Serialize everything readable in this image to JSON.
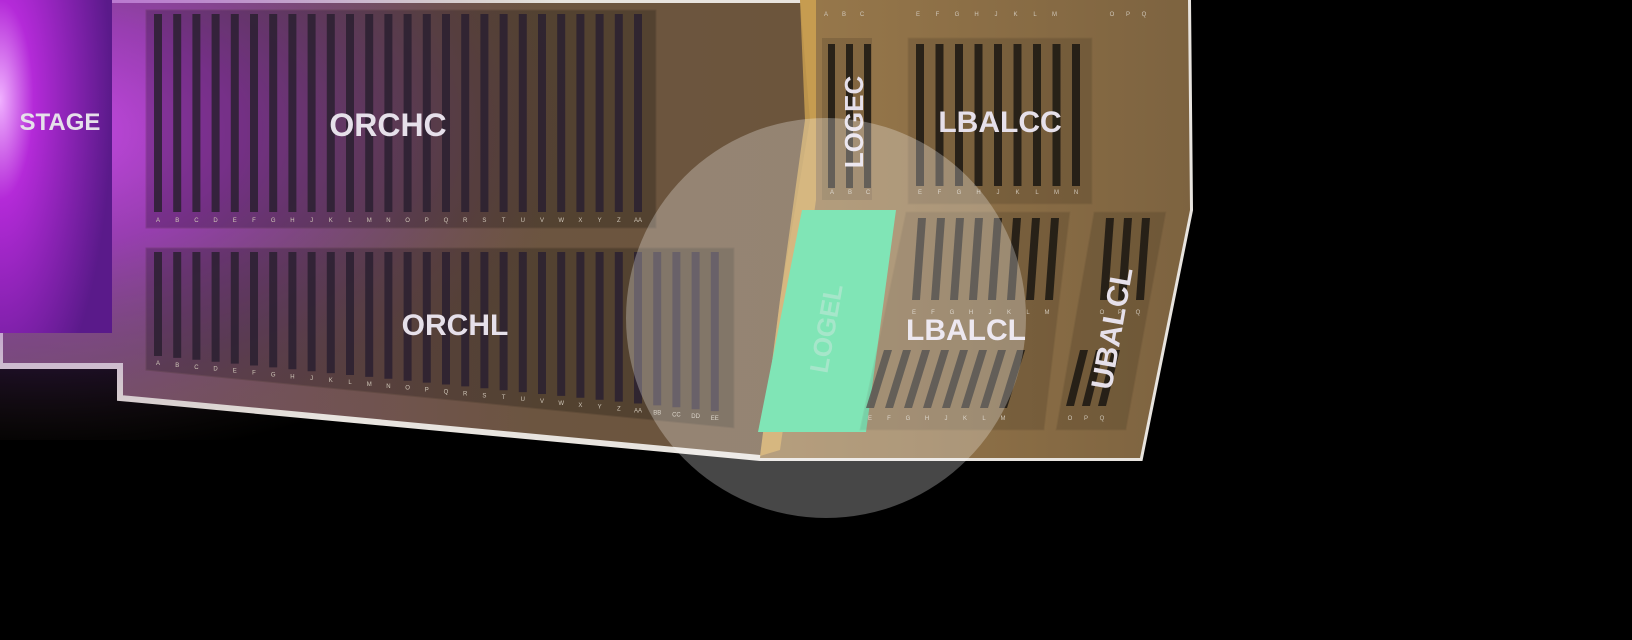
{
  "stage": {
    "label": "STAGE"
  },
  "sections": {
    "orchc": {
      "label": "ORCHC",
      "rows": [
        "A",
        "B",
        "C",
        "D",
        "E",
        "F",
        "G",
        "H",
        "J",
        "K",
        "L",
        "M",
        "N",
        "O",
        "P",
        "Q",
        "R",
        "S",
        "T",
        "U",
        "V",
        "W",
        "X",
        "Y",
        "Z",
        "AA"
      ]
    },
    "orchl": {
      "label": "ORCHL",
      "rows": [
        "A",
        "B",
        "C",
        "D",
        "E",
        "F",
        "G",
        "H",
        "J",
        "K",
        "L",
        "M",
        "N",
        "O",
        "P",
        "Q",
        "R",
        "S",
        "T",
        "U",
        "V",
        "W",
        "X",
        "Y",
        "Z",
        "AA",
        "BB",
        "CC",
        "DD",
        "EE"
      ]
    },
    "logec": {
      "label": "LOGEC",
      "rows": [
        "A",
        "B",
        "C"
      ]
    },
    "lbalcc": {
      "label": "LBALCC",
      "rows": [
        "E",
        "F",
        "G",
        "H",
        "J",
        "K",
        "L",
        "M",
        "N"
      ]
    },
    "lbalcc_top": {
      "rows": [
        "E",
        "F",
        "G",
        "H",
        "J",
        "K",
        "L",
        "M"
      ]
    },
    "logec_top": {
      "rows": [
        "A",
        "B",
        "C"
      ]
    },
    "ubalcc_top": {
      "rows": [
        "O",
        "P",
        "Q"
      ]
    },
    "logel": {
      "label": "LOGEL",
      "highlight_color": "#4fdc9a"
    },
    "lbalcl": {
      "label": "LBALCL",
      "rows_upper": [
        "E",
        "F",
        "G",
        "H",
        "J",
        "K",
        "L",
        "M"
      ],
      "rows_lower": [
        "E",
        "F",
        "G",
        "H",
        "J",
        "K",
        "L",
        "M"
      ]
    },
    "ubalcl": {
      "label": "UBALCL",
      "rows_upper": [
        "O",
        "P",
        "Q"
      ],
      "rows_lower": [
        "O",
        "P",
        "Q"
      ]
    }
  },
  "colors": {
    "background": "#000000",
    "venue_floor": "#6b5536",
    "balcony": "#8a6c43",
    "outline": "#e8e4df",
    "stage_purple": "#9b1fbf",
    "highlight_green": "#4fdc9a",
    "magnifier": "#ffffff"
  }
}
